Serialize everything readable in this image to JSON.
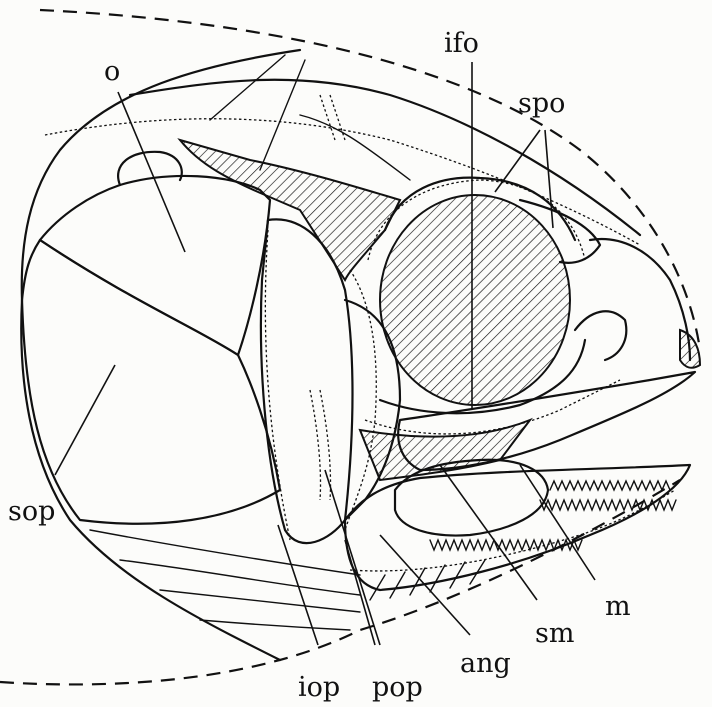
{
  "labels": {
    "o": "o",
    "ifo": "ifo",
    "spo": "spo",
    "sop": "sop",
    "iop": "iop",
    "pop": "pop",
    "ang": "ang",
    "sm": "sm",
    "m": "m"
  }
}
